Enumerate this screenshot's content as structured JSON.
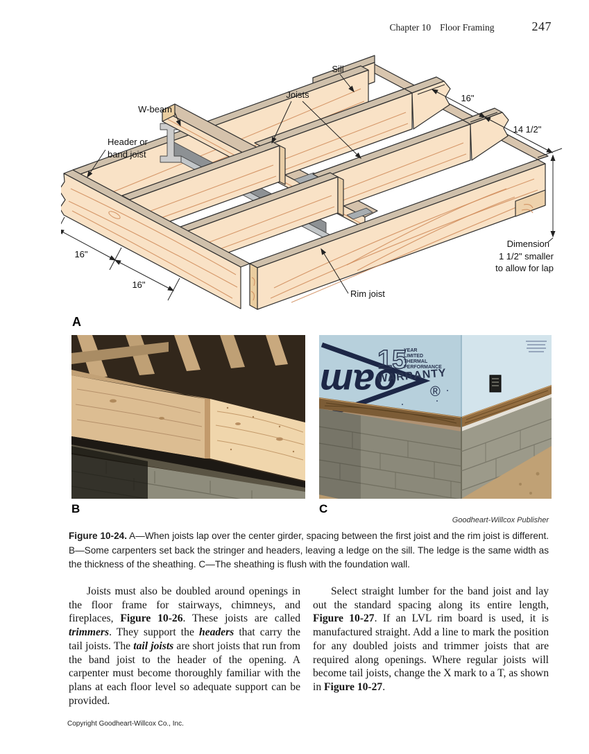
{
  "header": {
    "chapter": "Chapter 10",
    "section": "Floor Framing",
    "page_number": "247"
  },
  "diagram": {
    "labels": {
      "sill": "Sill",
      "joists": "Joists",
      "w_beam": "W-beam",
      "header_line1": "Header or",
      "header_line2": "band joist",
      "rim_joist": "Rim joist"
    },
    "dims": {
      "spacing_top": "16\"",
      "spacing_right": "14 1/2\"",
      "note_1": "Dimension",
      "note_2": "1 1/2\" smaller",
      "note_3": "to allow for lap",
      "left_first": "16\"",
      "left_second": "16\""
    },
    "figure_letter": "A"
  },
  "photos": {
    "b": {
      "label": "B"
    },
    "c": {
      "label": "C",
      "print": {
        "brand": "oam",
        "number": "15",
        "year": "YEAR",
        "limited": "LIMITED",
        "thermal": "THERMAL",
        "performance": "PERFORMANCE",
        "warranty": "WARRANTY",
        "registered": "®"
      }
    }
  },
  "attribution": {
    "text": "Goodheart-Willcox Publisher"
  },
  "caption": {
    "segments": [
      {
        "text": "Figure 10-24.",
        "style": "b"
      },
      {
        "text": "  A—When joists lap over the center girder, spacing between the first joist and the rim joist is different. B—Some carpenters set back the stringer and headers, leaving a ledge on the sill. The ledge is the same width as the thickness of the sheathing. C—The sheathing is flush with the foundation wall.",
        "style": "r"
      }
    ]
  },
  "body": {
    "left_paragraph": {
      "segments": [
        {
          "text": "Joists must also be doubled around openings in the floor frame for stairways, chimneys, and fireplaces, ",
          "style": "r"
        },
        {
          "text": "Figure 10-26",
          "style": "b"
        },
        {
          "text": ". These joists are called ",
          "style": "r"
        },
        {
          "text": "trimmers",
          "style": "bi"
        },
        {
          "text": ". They support the ",
          "style": "r"
        },
        {
          "text": "headers",
          "style": "bi"
        },
        {
          "text": " that carry the tail joists. The ",
          "style": "r"
        },
        {
          "text": "tail joists",
          "style": "bi"
        },
        {
          "text": " are short joists that run from the band joist to the header of the opening. A carpenter must become thoroughly familiar with the plans at each floor level so adequate support can be provided.",
          "style": "r"
        }
      ]
    },
    "right_paragraph": {
      "segments": [
        {
          "text": "Select straight lumber for the band joist and lay out the standard spacing along its entire length, ",
          "style": "r"
        },
        {
          "text": "Figure 10-27",
          "style": "b"
        },
        {
          "text": ". If an LVL rim board is used, it is manufactured straight. Add a line to mark the position for any doubled joists and trimmer joists that are required along openings. Where regular joists will become tail joists, change the X mark to a T, as shown in ",
          "style": "r"
        },
        {
          "text": "Figure 10-27",
          "style": "b"
        },
        {
          "text": ".",
          "style": "r"
        }
      ]
    }
  },
  "footer": {
    "copyright": "Copyright Goodheart-Willcox Co., Inc."
  }
}
